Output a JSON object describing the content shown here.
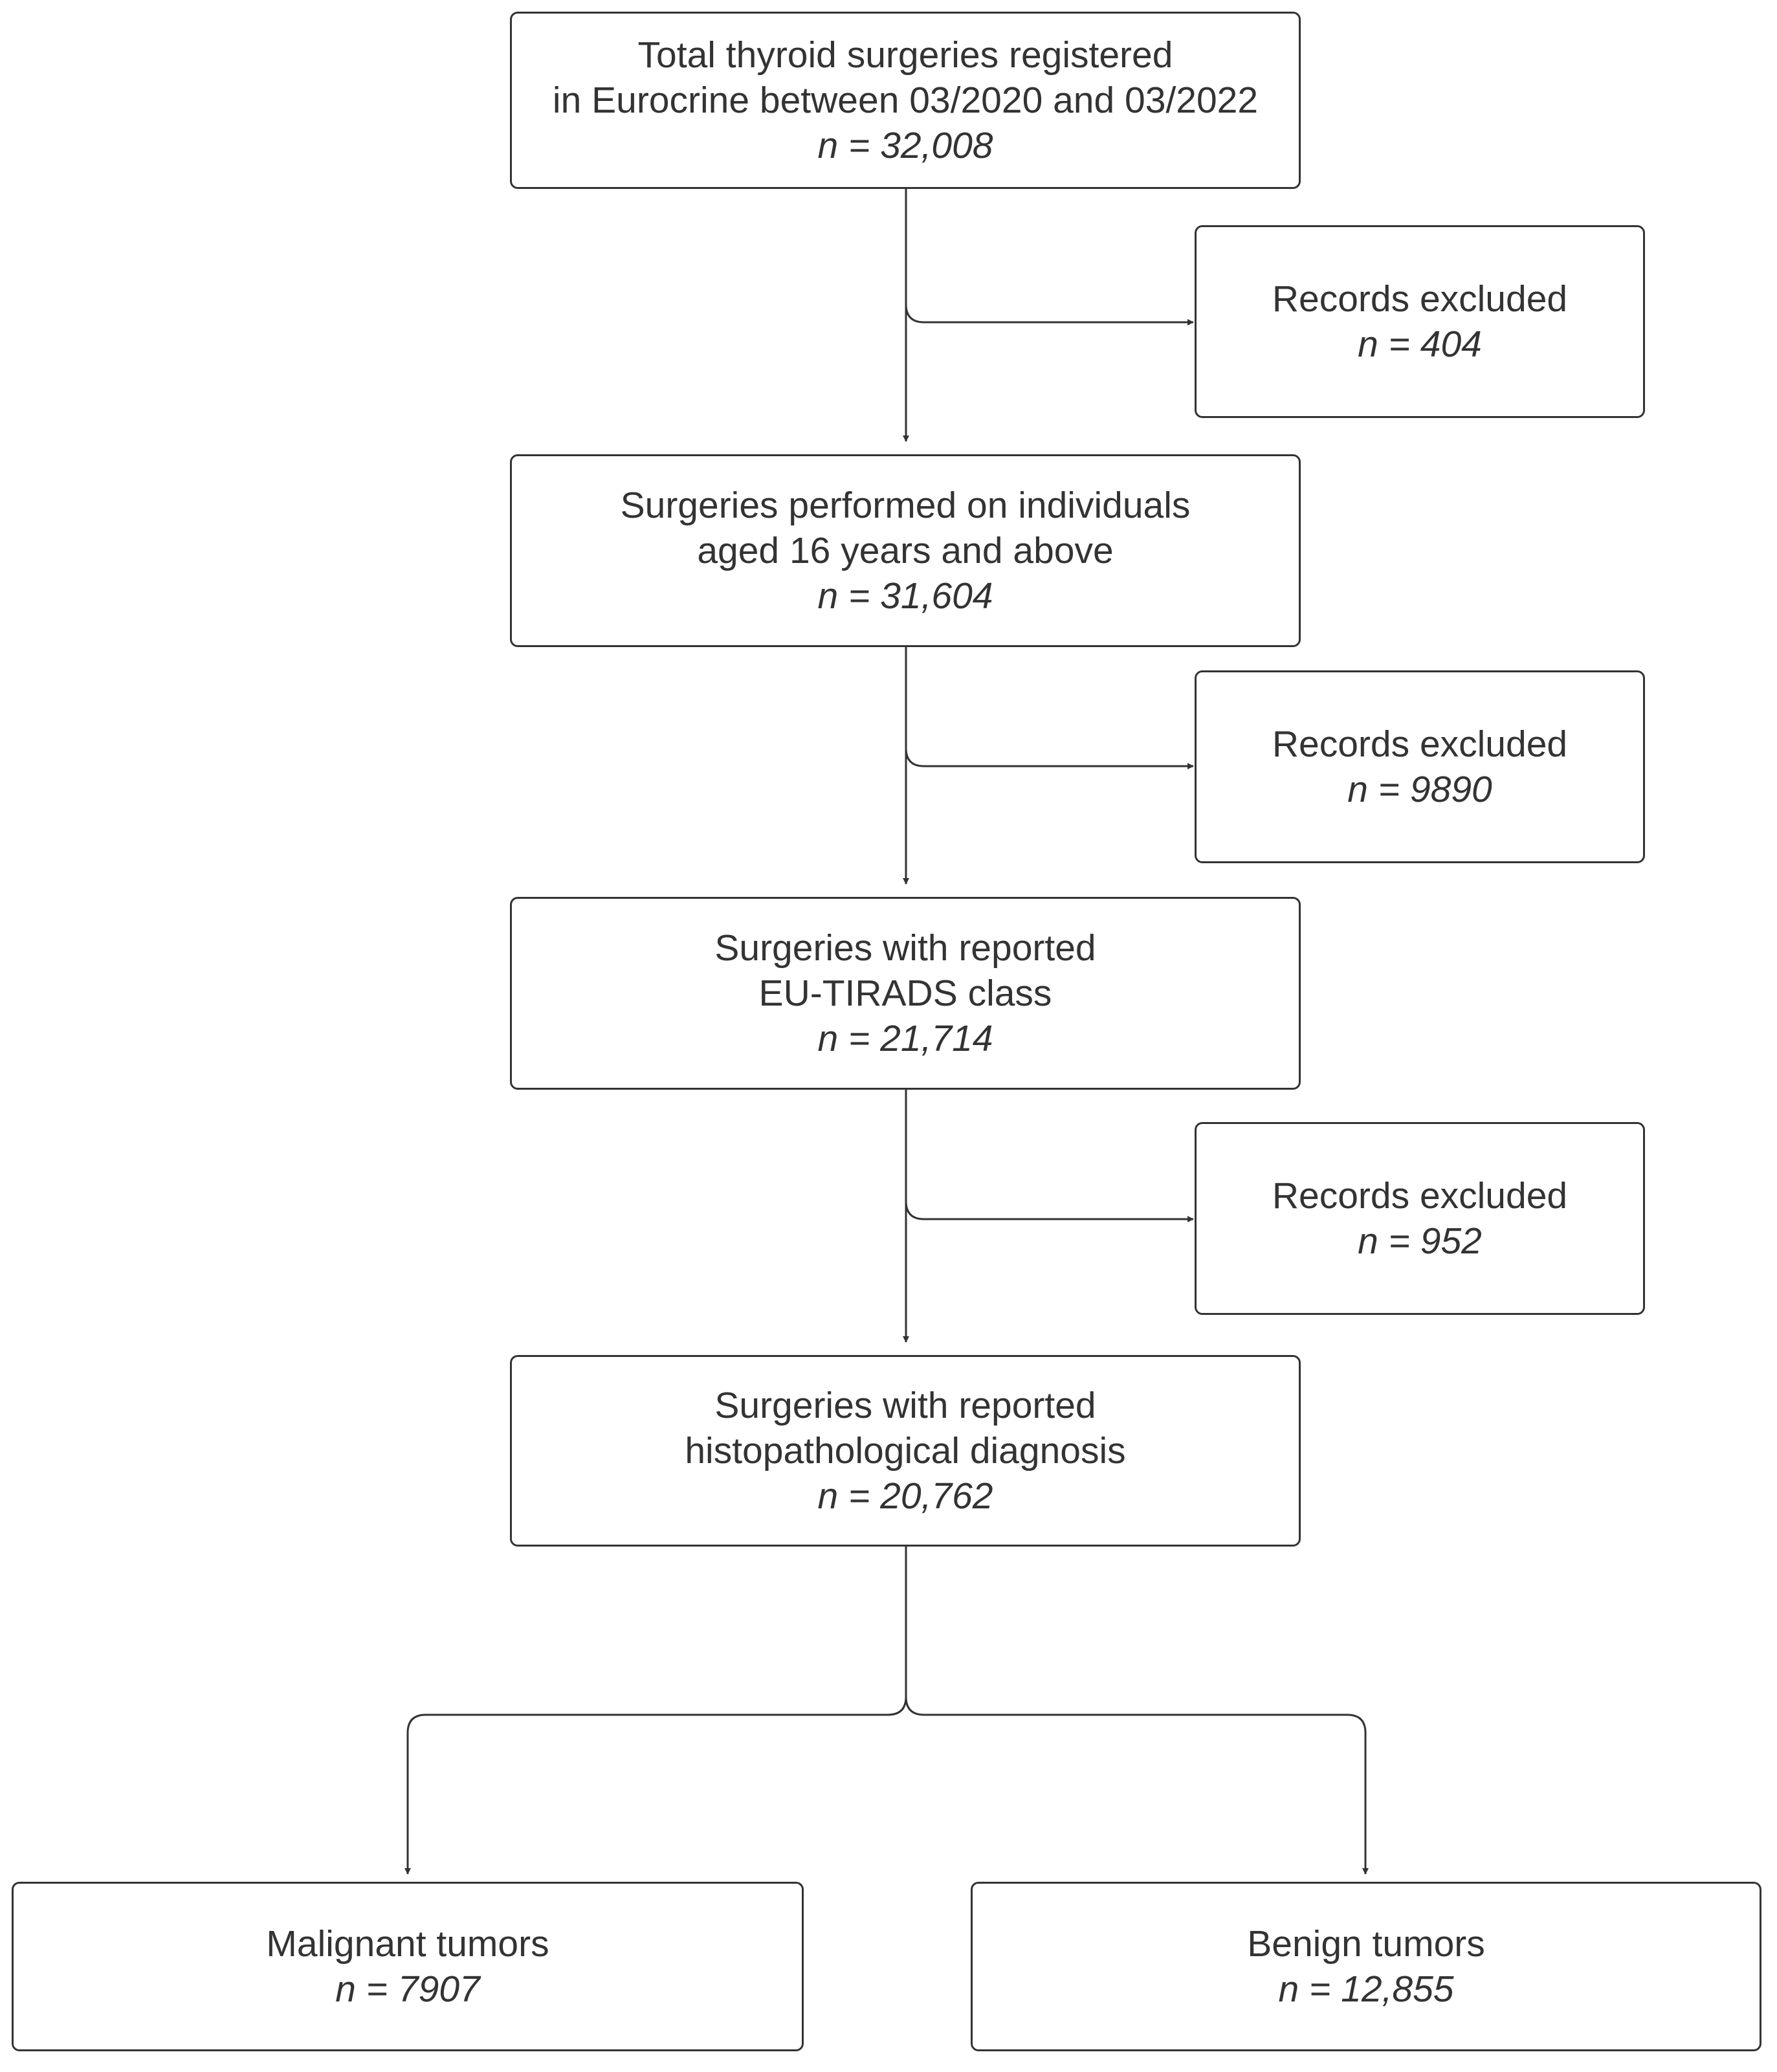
{
  "flowchart": {
    "total": {
      "line1": "Total thyroid surgeries registered",
      "line2": "in Eurocrine between 03/2020 and 03/2022",
      "count": "n = 32,008"
    },
    "excluded_1": {
      "line1": "Records excluded",
      "count": "n = 404"
    },
    "adults": {
      "line1": "Surgeries performed on individuals",
      "line2": "aged 16 years and above",
      "count": "n = 31,604"
    },
    "excluded_2": {
      "line1": "Records excluded",
      "count": "n = 9890"
    },
    "eutirads": {
      "line1": "Surgeries with reported",
      "line2": "EU-TIRADS class",
      "count": "n = 21,714"
    },
    "excluded_3": {
      "line1": "Records excluded",
      "count": "n = 952"
    },
    "histopath": {
      "line1": "Surgeries with reported",
      "line2": "histopathological diagnosis",
      "count": "n = 20,762"
    },
    "malignant": {
      "line1": "Malignant tumors",
      "count": "n = 7907"
    },
    "benign": {
      "line1": "Benign tumors",
      "count": "n = 12,855"
    }
  }
}
